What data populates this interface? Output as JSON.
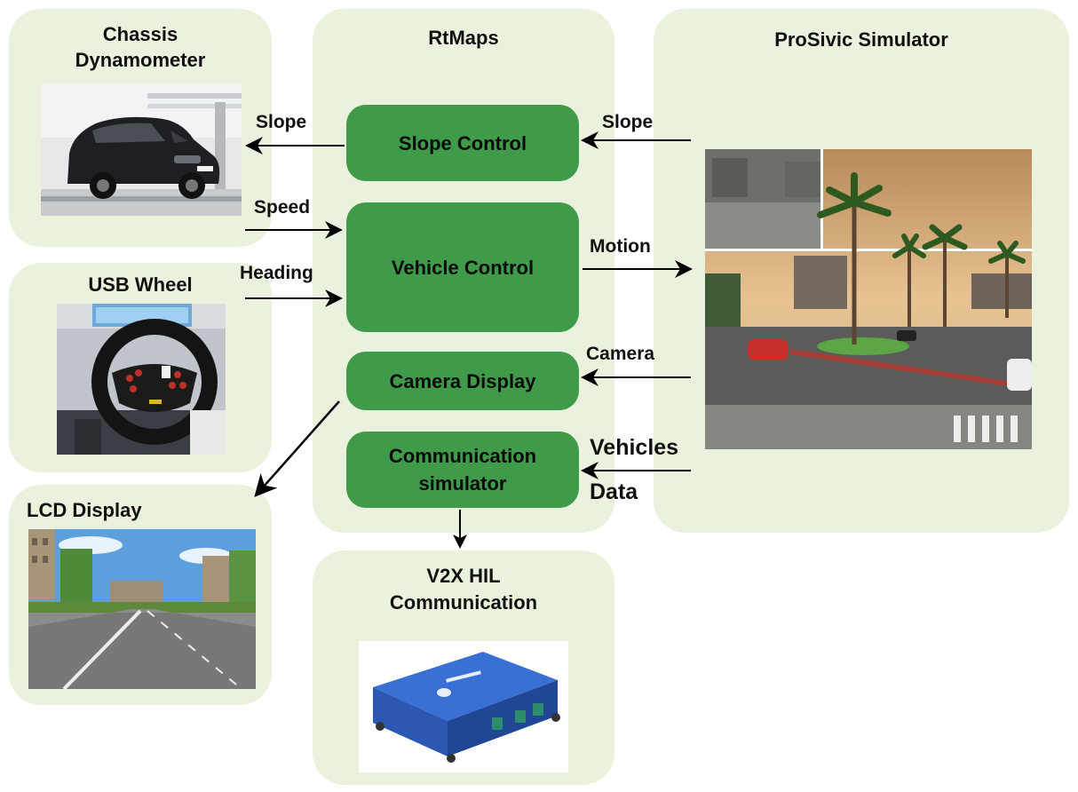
{
  "panels": {
    "chassis_dynamometer": "Chassis\nDynamometer",
    "usb_wheel": "USB Wheel",
    "lcd_display": "LCD Display",
    "rtmaps": "RtMaps",
    "prosivic": "ProSivic Simulator",
    "v2x": "V2X HIL\nCommunication"
  },
  "modules": {
    "slope_control": "Slope Control",
    "vehicle_control": "Vehicle Control",
    "camera_display": "Camera Display",
    "communication_simulator": "Communication\nsimulator"
  },
  "signals": {
    "slope_out": "Slope",
    "slope_in": "Slope",
    "speed": "Speed",
    "heading": "Heading",
    "motion": "Motion",
    "camera": "Camera",
    "vehicles": "Vehicles",
    "data": "Data"
  },
  "colors": {
    "panel_fill": "#eaf2dd",
    "module_fill": "#3f9a4a",
    "arrow": "#000000"
  }
}
